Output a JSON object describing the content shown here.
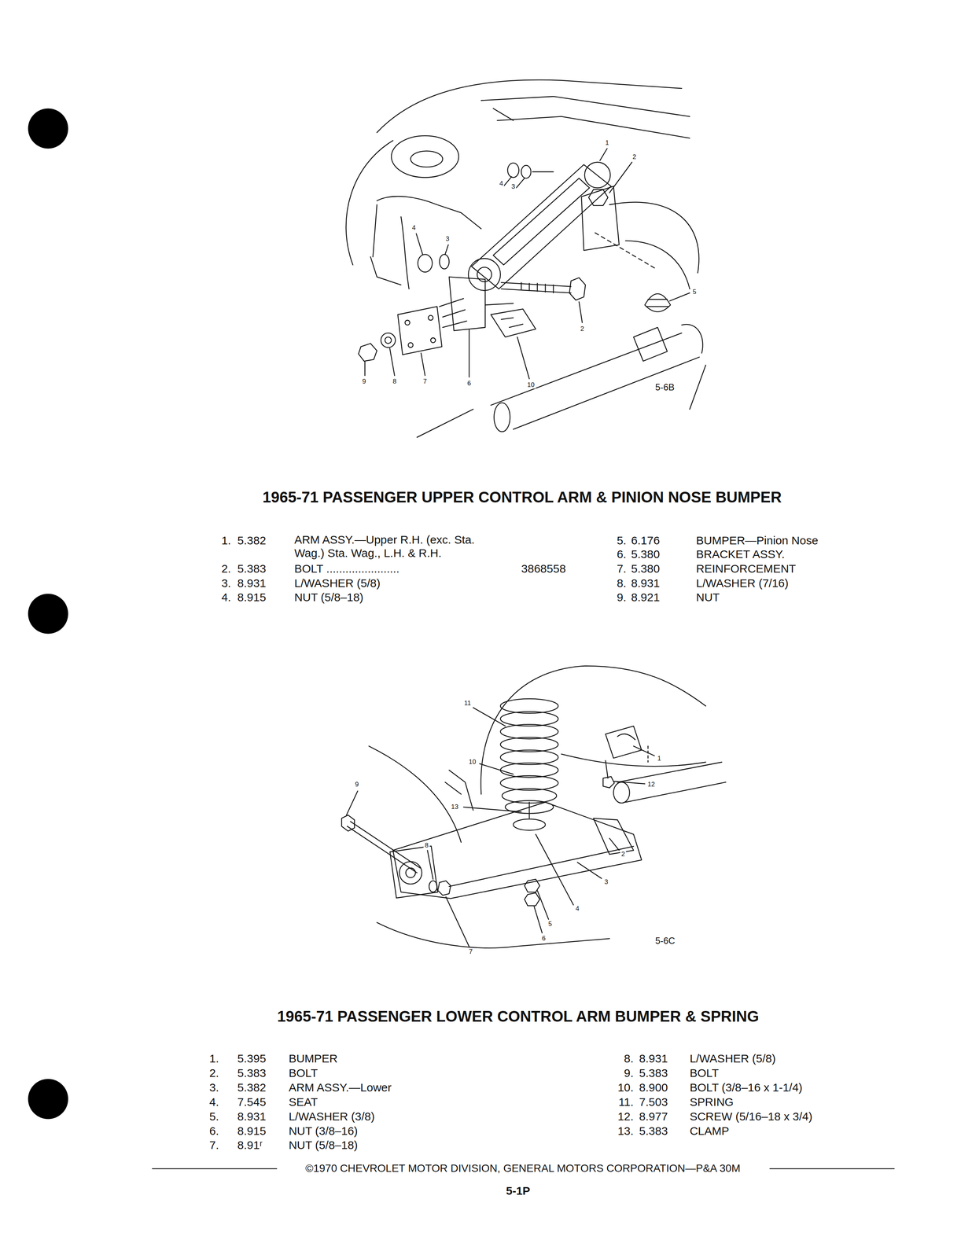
{
  "diagram": {
    "title": "1965-71 PASSENGER UPPER CONTROL ARM & PINION NOSE BUMPER",
    "labels": [
      "1",
      "2",
      "4",
      "3",
      "4",
      "3",
      "2",
      "5",
      "9",
      "8",
      "7",
      "6",
      "10",
      "5-6B",
      "1.",
      "5.382",
      "ARM ASSY.—Upper R.H. (exc. Sta. Wag.) Sta. Wag., L.H. & R.H.",
      "2.",
      "5.383",
      "BOLT .......................",
      "3868558",
      "3.",
      "8.931",
      "L/WASHER (5/8)",
      "4.",
      "8.915",
      "NUT (5/8–18)",
      "5.",
      "6.176",
      "BUMPER—Pinion Nose",
      "6.",
      "5.380",
      "BRACKET ASSY.",
      "7.",
      "5.380",
      "REINFORCEMENT",
      "8.",
      "8.931",
      "L/WASHER (7/16)",
      "9.",
      "8.921",
      "NUT",
      "11",
      "10",
      "13",
      "9",
      "8",
      "7",
      "1",
      "12",
      "2",
      "3",
      "4",
      "5",
      "6",
      "5-6C",
      "1965-71 PASSENGER LOWER CONTROL ARM BUMPER & SPRING",
      "1.",
      "5.395",
      "BUMPER",
      "2.",
      "5.383",
      "BOLT",
      "3.",
      "5.382",
      "ARM ASSY.—Lower",
      "4.",
      "7.545",
      "SEAT",
      "5.",
      "8.931",
      "L/WASHER (3/8)",
      "6.",
      "8.915",
      "NUT (3/8–16)",
      "7.",
      "8.91ʳ",
      "NUT (5/8–18)",
      "8.",
      "8.931",
      "L/WASHER (5/8)",
      "9.",
      "5.383",
      "BOLT",
      "10.",
      "8.900",
      "BOLT (3/8–16 x 1-1/4)",
      "11.",
      "7.503",
      "SPRING",
      "12.",
      "8.977",
      "SCREW (5/16–18 x 3/4)",
      "13.",
      "5.383",
      "CLAMP",
      "©1970 CHEVROLET MOTOR DIVISION, GENERAL MOTORS CORPORATION—P&A 30M",
      "5-1P"
    ]
  }
}
